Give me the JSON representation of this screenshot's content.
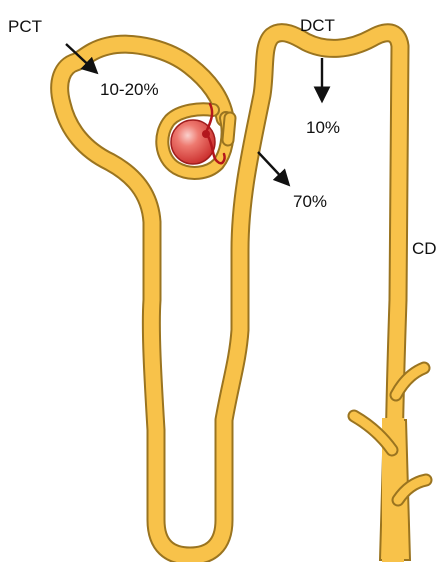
{
  "labels": {
    "pct": "PCT",
    "dct": "DCT",
    "cd": "CD"
  },
  "percentages": {
    "pct": "10-20%",
    "dct": "10%",
    "loop": "70%"
  },
  "colors": {
    "tubule_fill": "#F8C24A",
    "tubule_outline": "#9A7420",
    "glomerulus": "#E0403A",
    "vessel": "#B3161C",
    "arrow": "#111111",
    "background": "#FFFFFF"
  }
}
